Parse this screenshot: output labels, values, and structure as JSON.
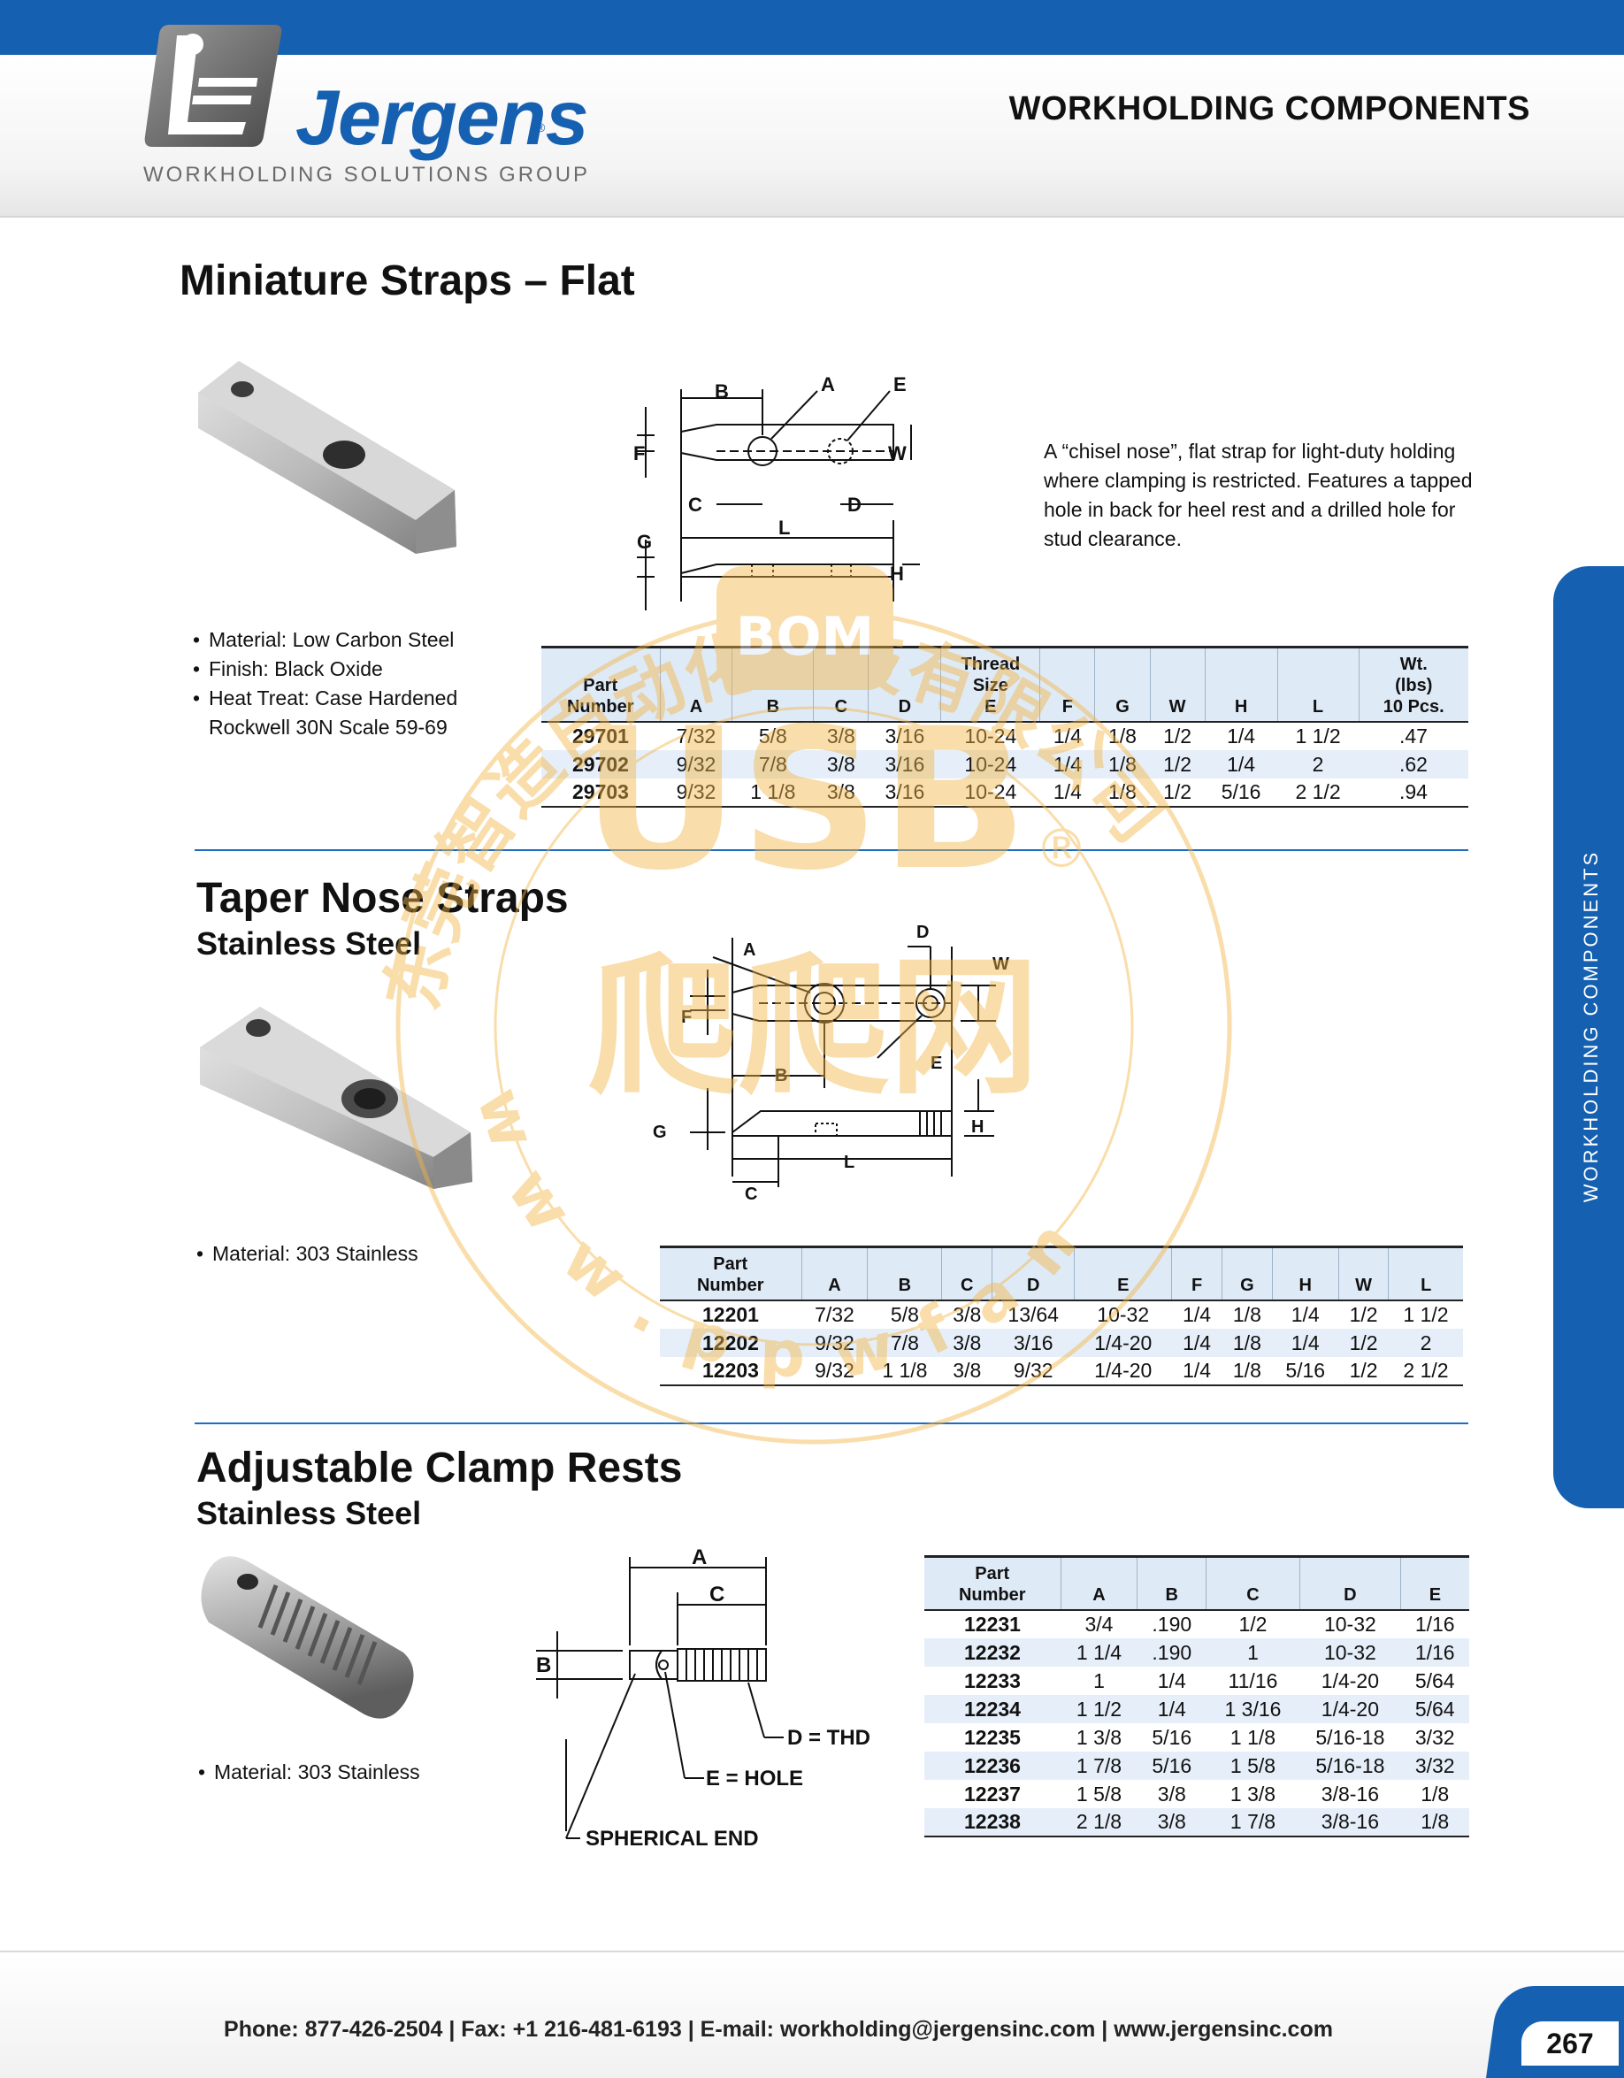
{
  "header": {
    "brand": "Jergens",
    "brand_mark": "®",
    "brand_sub": "WORKHOLDING SOLUTIONS GROUP",
    "title": "WORKHOLDING COMPONENTS",
    "accent_color": "#1560b0"
  },
  "side_tab": {
    "label": "WORKHOLDING COMPONENTS"
  },
  "icons": [
    "jergens-logo-icon",
    "strap-flat-photo",
    "strap-taper-photo",
    "clamp-rest-photo"
  ],
  "sections": {
    "flat": {
      "title": "Miniature Straps – Flat",
      "description": "A “chisel nose”, flat strap for light-duty holding where clamping is restricted. Features a tapped hole in back for heel rest and a drilled hole for stud clearance.",
      "bullets": [
        "Material: Low Carbon Steel",
        "Finish: Black Oxide",
        "Heat Treat: Case Hardened",
        "Rockwell 30N Scale 59-69"
      ],
      "drawing_labels": {
        "a": "A",
        "b": "B",
        "c": "C",
        "d": "D",
        "e": "E",
        "f": "F",
        "g": "G",
        "h": "H",
        "l": "L",
        "w": "W"
      },
      "columns": [
        "Part\nNumber",
        "A",
        "B",
        "C",
        "D",
        "Thread\nSize\nE",
        "F",
        "G",
        "W",
        "H",
        "L",
        "Wt.\n(lbs)\n10 Pcs."
      ],
      "rows": [
        [
          "29701",
          "7/32",
          "5/8",
          "3/8",
          "3/16",
          "10-24",
          "1/4",
          "1/8",
          "1/2",
          "1/4",
          "1 1/2",
          ".47"
        ],
        [
          "29702",
          "9/32",
          "7/8",
          "3/8",
          "3/16",
          "10-24",
          "1/4",
          "1/8",
          "1/2",
          "1/4",
          "2",
          ".62"
        ],
        [
          "29703",
          "9/32",
          "1 1/8",
          "3/8",
          "3/16",
          "10-24",
          "1/4",
          "1/8",
          "1/2",
          "5/16",
          "2 1/2",
          ".94"
        ]
      ]
    },
    "taper": {
      "title": "Taper Nose Straps",
      "subtitle": "Stainless Steel",
      "bullets": [
        "Material: 303 Stainless"
      ],
      "drawing_labels": {
        "a": "A",
        "b": "B",
        "c": "C",
        "d": "D",
        "e": "E",
        "f": "F",
        "g": "G",
        "h": "H",
        "l": "L",
        "w": "W"
      },
      "columns": [
        "Part\nNumber",
        "A",
        "B",
        "C",
        "D",
        "E",
        "F",
        "G",
        "H",
        "W",
        "L"
      ],
      "rows": [
        [
          "12201",
          "7/32",
          "5/8",
          "3/8",
          "13/64",
          "10-32",
          "1/4",
          "1/8",
          "1/4",
          "1/2",
          "1 1/2"
        ],
        [
          "12202",
          "9/32",
          "7/8",
          "3/8",
          "3/16",
          "1/4-20",
          "1/4",
          "1/8",
          "1/4",
          "1/2",
          "2"
        ],
        [
          "12203",
          "9/32",
          "1 1/8",
          "3/8",
          "9/32",
          "1/4-20",
          "1/4",
          "1/8",
          "5/16",
          "1/2",
          "2 1/2"
        ]
      ]
    },
    "rests": {
      "title": "Adjustable Clamp Rests",
      "subtitle": "Stainless Steel",
      "bullets": [
        "Material: 303 Stainless"
      ],
      "drawing_labels": {
        "a": "A",
        "b": "B",
        "c": "C",
        "d": "D = THD",
        "e": "E = HOLE",
        "end": "SPHERICAL END"
      },
      "columns": [
        "Part\nNumber",
        "A",
        "B",
        "C",
        "D",
        "E"
      ],
      "rows": [
        [
          "12231",
          "3/4",
          ".190",
          "1/2",
          "10-32",
          "1/16"
        ],
        [
          "12232",
          "1 1/4",
          ".190",
          "1",
          "10-32",
          "1/16"
        ],
        [
          "12233",
          "1",
          "1/4",
          "11/16",
          "1/4-20",
          "5/64"
        ],
        [
          "12234",
          "1 1/2",
          "1/4",
          "1 3/16",
          "1/4-20",
          "5/64"
        ],
        [
          "12235",
          "1 3/8",
          "5/16",
          "1 1/8",
          "5/16-18",
          "3/32"
        ],
        [
          "12236",
          "1 7/8",
          "5/16",
          "1 5/8",
          "5/16-18",
          "3/32"
        ],
        [
          "12237",
          "1 5/8",
          "3/8",
          "1 3/8",
          "3/8-16",
          "1/8"
        ],
        [
          "12238",
          "2 1/8",
          "3/8",
          "1 7/8",
          "3/8-16",
          "1/8"
        ]
      ]
    }
  },
  "watermark": {
    "arc_text": "东莞智造自动化科技有限公司",
    "bottom_text": "www.ppwfan.com",
    "logo_top": "BOM",
    "logo_mid": "USB",
    "logo_bottom": "爬爬网",
    "mark": "®",
    "color": "#f3b544"
  },
  "footer": {
    "contact": "Phone: 877-426-2504  |  Fax: +1 216-481-6193  |  E-mail: workholding@jergensinc.com  |  www.jergensinc.com",
    "page": "267"
  }
}
